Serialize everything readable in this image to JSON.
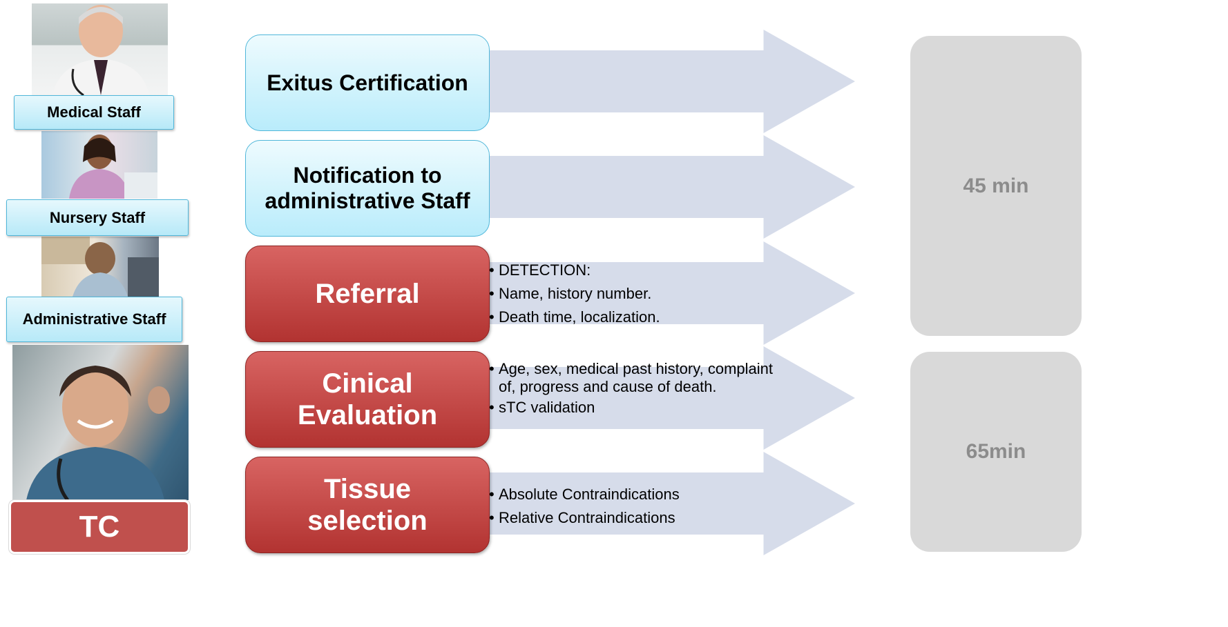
{
  "roles": {
    "medical": "Medical Staff",
    "nursery": "Nursery Staff",
    "administrative": "Administrative Staff",
    "tc": "TC"
  },
  "steps": [
    {
      "label": "Exitus Certification",
      "style": "blue",
      "bullets": []
    },
    {
      "label": "Notification to administrative Staff",
      "style": "blue",
      "bullets": []
    },
    {
      "label": "Referral",
      "style": "red",
      "bullets": [
        "DETECTION:",
        "Name, history number.",
        "Death time, localization."
      ]
    },
    {
      "label": "Cinical Evaluation",
      "style": "red",
      "bullets": [
        "Age, sex, medical past history, complaint of, progress and cause of death.",
        "sTC validation"
      ]
    },
    {
      "label": "Tissue selection",
      "style": "red",
      "bullets": [
        "Absolute Contraindications",
        "Relative Contraindications"
      ]
    }
  ],
  "durations": [
    "45 min",
    "65min"
  ],
  "colors": {
    "arrow": "#d6dcea",
    "blue_box": "#b9ecfb",
    "red_box": "#c0504d",
    "duration_panel": "#d9d9d9",
    "duration_text": "#8c8c8c"
  }
}
